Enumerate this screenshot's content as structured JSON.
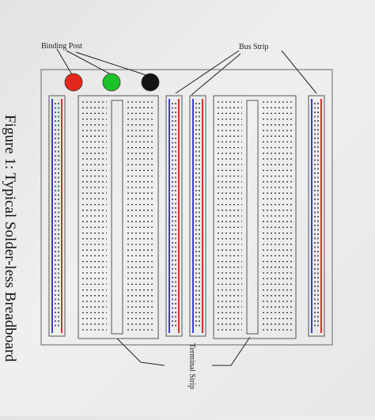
{
  "figure": {
    "caption": "Figure 1: Typical Solder-less Breadboard"
  },
  "labels": {
    "binding_post": "Binding Post",
    "bus_strip": "Bus Strip",
    "terminal_strip": "Terminal Strip"
  },
  "binding_posts": [
    {
      "color_name": "red",
      "color": "#e5261c"
    },
    {
      "color_name": "green",
      "color": "#1fc12b"
    },
    {
      "color_name": "black",
      "color": "#141414"
    }
  ],
  "colors": {
    "rail_red": "#d9302a",
    "rail_blue": "#3a3fd0",
    "outline": "#555555",
    "hole": "#333333"
  }
}
